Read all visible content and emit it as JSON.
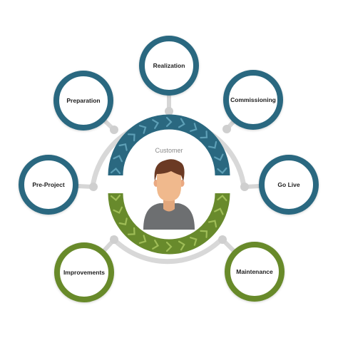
{
  "center": {
    "label": "Customer",
    "icon": "person-icon"
  },
  "colors": {
    "teal": "#2a6880",
    "teal_light": "#5d9fb6",
    "green": "#688a2c",
    "green_light": "#9fbd57",
    "connector": "#d6d6d6",
    "node_fill": "#ffffff",
    "skin": "#f0b98d",
    "hair": "#6b3a24",
    "shirt": "#6d6f71"
  },
  "nodes": [
    {
      "id": "realization",
      "label": "Realization",
      "phase": "teal"
    },
    {
      "id": "commissioning",
      "label": "Commissioning",
      "phase": "teal"
    },
    {
      "id": "go-live",
      "label": "Go Live",
      "phase": "teal"
    },
    {
      "id": "maintenance",
      "label": "Maintenance",
      "phase": "green"
    },
    {
      "id": "improvements",
      "label": "Improvements",
      "phase": "green"
    },
    {
      "id": "pre-project",
      "label": "Pre-Project",
      "phase": "teal"
    },
    {
      "id": "preparation",
      "label": "Preparation",
      "phase": "teal"
    }
  ]
}
